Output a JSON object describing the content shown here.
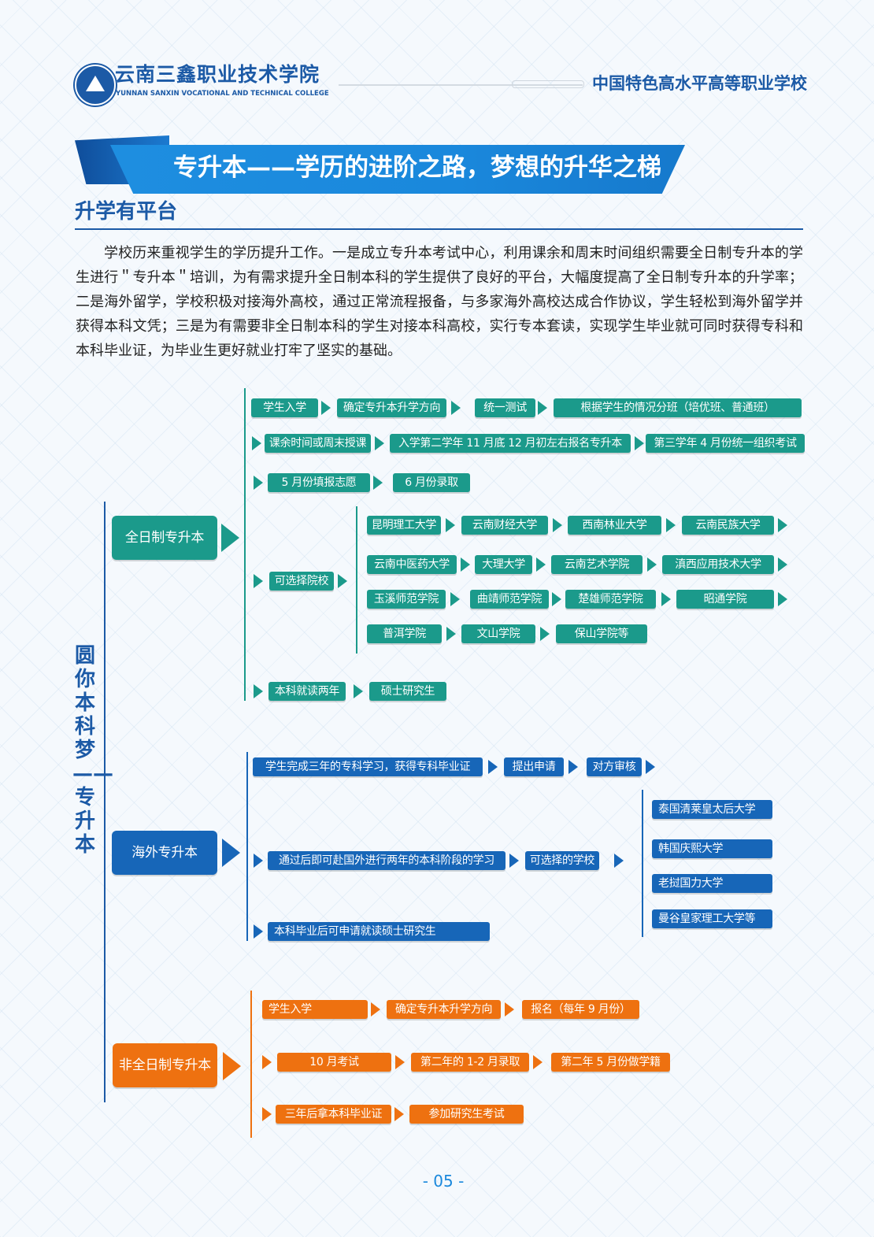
{
  "header": {
    "school_cn": "云南三鑫职业技术学院",
    "school_en": "YUNNAN SANXIN VOCATIONAL AND TECHNICAL COLLEGE",
    "slogan": "中国特色高水平高等职业学校"
  },
  "banner": {
    "title": "专升本——学历的进阶之路，梦想的升华之梯"
  },
  "section": {
    "title": "升学有平台",
    "paragraph": "学校历来重视学生的学历提升工作。一是成立专升本考试中心，利用课余和周末时间组织需要全日制专升本的学生进行＂专升本＂培训，为有需求提升全日制本科的学生提供了良好的平台，大幅度提高了全日制专升本的升学率；二是海外留学，学校积极对接海外高校，通过正常流程报备，与多家海外高校达成合作协议，学生轻松到海外留学并获得本科文凭；三是为有需要非全日制本科的学生对接本科高校，实行专本套读，实现学生毕业就可同时获得专科和本科毕业证，为毕业生更好就业打牢了坚实的基础。"
  },
  "diagram": {
    "root": "圆你本科梦——专升本",
    "colors": {
      "fulltime": "#1b9a8b",
      "overseas": "#1766b8",
      "parttime": "#ee7110",
      "heading": "#1c5aa6"
    },
    "fulltime": {
      "label": "全日制专升本",
      "row1": [
        "学生入学",
        "确定专升本升学方向",
        "统一测试",
        "根据学生的情况分班（培优班、普通班）"
      ],
      "row2": [
        "课余时间或周末授课",
        "入学第二学年 11 月底 12 月初左右报名专升本",
        "第三学年 4 月份统一组织考试"
      ],
      "row3": [
        "5 月份填报志愿",
        "6 月份录取"
      ],
      "schools_label": "可选择院校",
      "schools": [
        [
          "昆明理工大学",
          "云南财经大学",
          "西南林业大学",
          "云南民族大学"
        ],
        [
          "云南中医药大学",
          "大理大学",
          "云南艺术学院",
          "滇西应用技术大学"
        ],
        [
          "玉溪师范学院",
          "曲靖师范学院",
          "楚雄师范学院",
          "昭通学院"
        ],
        [
          "普洱学院",
          "文山学院",
          "保山学院等"
        ]
      ],
      "row_last": [
        "本科就读两年",
        "硕士研究生"
      ]
    },
    "overseas": {
      "label": "海外专升本",
      "row1": [
        "学生完成三年的专科学习，获得专科毕业证",
        "提出申请",
        "对方审核"
      ],
      "row2": [
        "通过后即可赴国外进行两年的本科阶段的学习",
        "可选择的学校"
      ],
      "schools": [
        "泰国清莱皇太后大学",
        "韩国庆熙大学",
        "老挝国力大学",
        "曼谷皇家理工大学等"
      ],
      "row3": [
        "本科毕业后可申请就读硕士研究生"
      ]
    },
    "parttime": {
      "label": "非全日制专升本",
      "row1": [
        "学生入学",
        "确定专升本升学方向",
        "报名（每年 9 月份）"
      ],
      "row2": [
        "10 月考试",
        "第二年的 1-2 月录取",
        "第二年 5 月份做学籍"
      ],
      "row3": [
        "三年后拿本科毕业证",
        "参加研究生考试"
      ]
    }
  },
  "footer": {
    "page_number": "- 05 -"
  }
}
